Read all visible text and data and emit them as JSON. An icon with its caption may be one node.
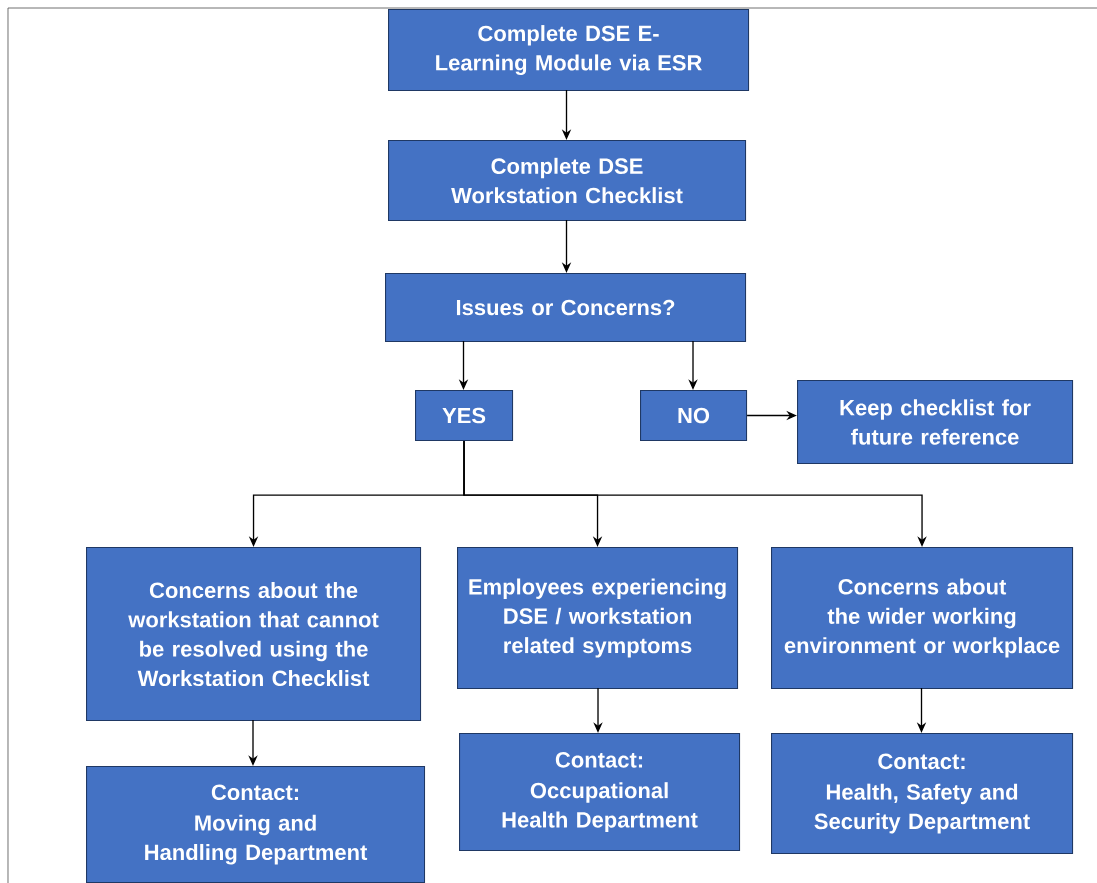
{
  "diagram": {
    "nodes": [
      {
        "text": [
          "Complete DSE E-Learning Module via ESR"
        ]
      },
      {
        "text": [
          "Complete DSE Workstation Checklist"
        ]
      },
      {
        "text": [
          "Issues or Concerns?"
        ]
      },
      {
        "text": [
          "YES"
        ]
      },
      {
        "text": [
          "NO"
        ]
      },
      {
        "text": [
          "Keep checklist for future reference"
        ]
      },
      {
        "text": [
          "Concerns about the workstation that cannot be resolved using the Workstation Checklist"
        ]
      },
      {
        "text": [
          "Employees experiencing DSE / workstation related symptoms"
        ]
      },
      {
        "text": [
          "Concerns about the wider working environment or workplace"
        ]
      },
      {
        "text": [
          "Contact:",
          "Moving and Handling Department"
        ]
      },
      {
        "text": [
          "Contact:",
          "Occupational Health Department"
        ]
      },
      {
        "text": [
          "Contact:",
          "Health, Safety and Security Department"
        ]
      }
    ],
    "edges": [
      {
        "from": 0,
        "to": 1,
        "arrow": "to"
      },
      {
        "from": 1,
        "to": 2,
        "arrow": "to"
      },
      {
        "from": 2,
        "to": 3,
        "arrow": "to"
      },
      {
        "from": 2,
        "to": 4,
        "arrow": "to"
      },
      {
        "from": 4,
        "to": 5,
        "arrow": "to"
      },
      {
        "from": 3,
        "to": 6,
        "arrow": "to"
      },
      {
        "from": 3,
        "to": 7,
        "arrow": "to"
      },
      {
        "from": 3,
        "to": 8,
        "arrow": "to"
      },
      {
        "from": 6,
        "to": 9,
        "arrow": "to"
      },
      {
        "from": 7,
        "to": 10,
        "arrow": "to"
      },
      {
        "from": 8,
        "to": 11,
        "arrow": "to"
      }
    ]
  }
}
